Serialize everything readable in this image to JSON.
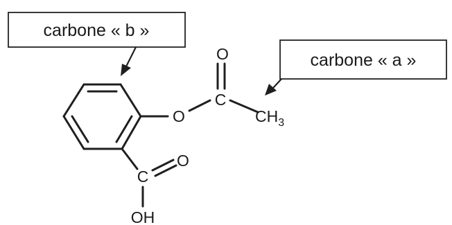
{
  "labels": {
    "carbon_b": "carbone « b »",
    "carbon_a": "carbone « a »"
  },
  "atoms": {
    "ester_oxygen": "O",
    "carbonyl_oxygen_top": "O",
    "acetyl_carbon": "C",
    "methyl_c": "CH",
    "methyl_subscript": "3",
    "carboxyl_carbon": "C",
    "carboxyl_oxygen": "O",
    "hydroxyl": "OH"
  }
}
